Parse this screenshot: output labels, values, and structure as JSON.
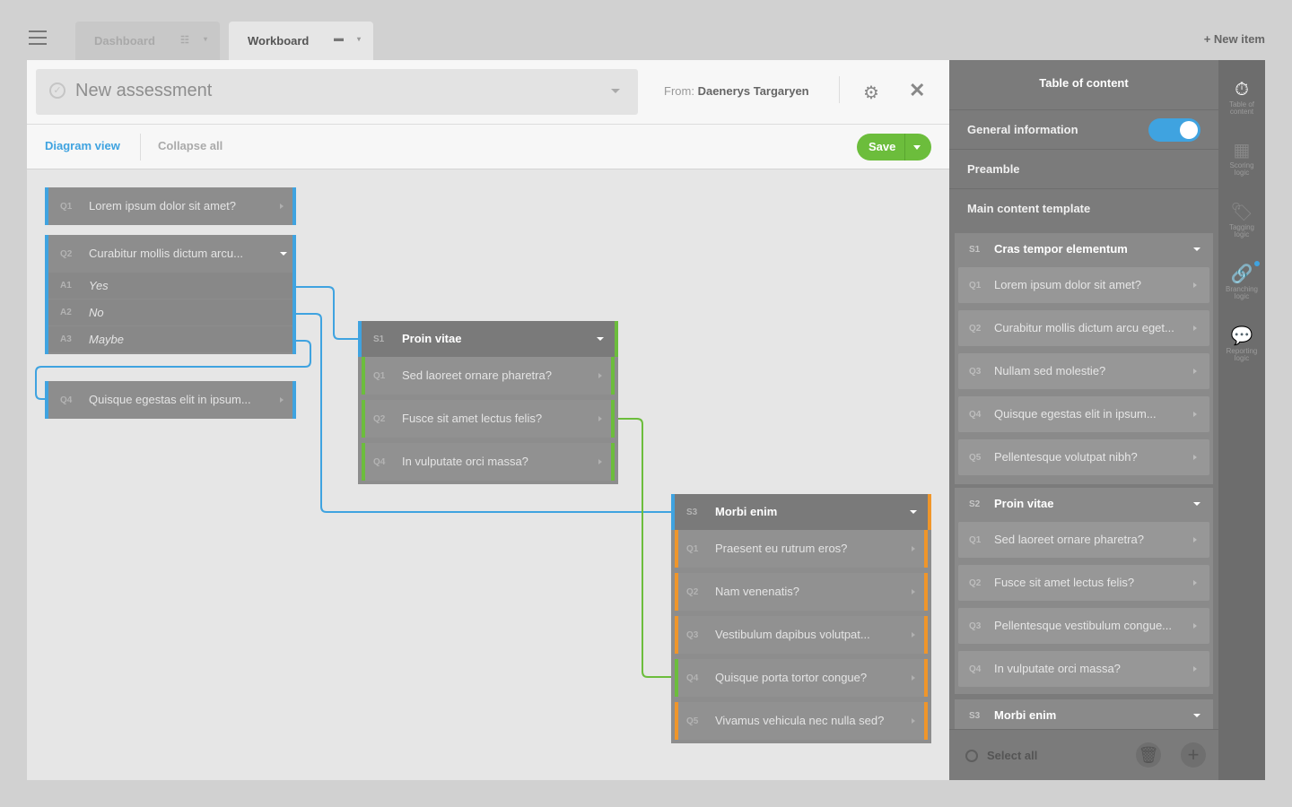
{
  "tabs": [
    {
      "label": "Dashboard",
      "icon": "grid-icon"
    },
    {
      "label": "Workboard",
      "icon": "folder-icon"
    }
  ],
  "new_item": "+ New item",
  "assessment": {
    "title": "New assessment",
    "from_label": "From:",
    "from_name": "Daenerys Targaryen"
  },
  "toolbar": {
    "diagram_view": "Diagram view",
    "collapse_all": "Collapse all",
    "save": "Save"
  },
  "canvas": {
    "free_questions": [
      {
        "code": "Q1",
        "text": "Lorem ipsum dolor sit amet?"
      },
      {
        "code": "Q2",
        "text": "Curabitur mollis dictum arcu...",
        "answers": [
          {
            "code": "A1",
            "text": "Yes"
          },
          {
            "code": "A2",
            "text": "No"
          },
          {
            "code": "A3",
            "text": "Maybe"
          }
        ]
      },
      {
        "code": "Q4",
        "text": "Quisque egestas elit in ipsum..."
      }
    ],
    "section_s1": {
      "code": "S1",
      "title": "Proin vitae",
      "questions": [
        {
          "code": "Q1",
          "text": "Sed laoreet ornare pharetra?"
        },
        {
          "code": "Q2",
          "text": "Fusce sit amet lectus felis?"
        },
        {
          "code": "Q4",
          "text": "In vulputate orci massa?"
        }
      ]
    },
    "section_s3": {
      "code": "S3",
      "title": "Morbi enim",
      "questions": [
        {
          "code": "Q1",
          "text": "Praesent eu rutrum eros?"
        },
        {
          "code": "Q2",
          "text": "Nam venenatis?"
        },
        {
          "code": "Q3",
          "text": "Vestibulum dapibus volutpat..."
        },
        {
          "code": "Q4",
          "text": "Quisque porta tortor congue?"
        },
        {
          "code": "Q5",
          "text": "Vivamus vehicula nec nulla sed?"
        }
      ]
    }
  },
  "toc": {
    "title": "Table of content",
    "general_information": "General information",
    "general_information_on": true,
    "preamble": "Preamble",
    "main_template": "Main content template",
    "sections": [
      {
        "code": "S1",
        "title": "Cras tempor elementum",
        "questions": [
          {
            "code": "Q1",
            "text": "Lorem ipsum dolor sit amet?"
          },
          {
            "code": "Q2",
            "text": "Curabitur mollis dictum arcu eget..."
          },
          {
            "code": "Q3",
            "text": "Nullam sed molestie?"
          },
          {
            "code": "Q4",
            "text": "Quisque egestas elit in ipsum..."
          },
          {
            "code": "Q5",
            "text": "Pellentesque volutpat nibh?"
          }
        ]
      },
      {
        "code": "S2",
        "title": "Proin vitae",
        "questions": [
          {
            "code": "Q1",
            "text": "Sed laoreet ornare pharetra?"
          },
          {
            "code": "Q2",
            "text": "Fusce sit amet lectus felis?"
          },
          {
            "code": "Q3",
            "text": "Pellentesque vestibulum congue..."
          },
          {
            "code": "Q4",
            "text": "In vulputate orci massa?"
          }
        ]
      },
      {
        "code": "S3",
        "title": "Morbi enim",
        "questions": []
      }
    ],
    "select_all": "Select all"
  },
  "rail": [
    {
      "label1": "Table of",
      "label2": "content",
      "icon": "stopwatch-icon"
    },
    {
      "label1": "Scoring",
      "label2": "logic",
      "icon": "calculator-icon"
    },
    {
      "label1": "Tagging",
      "label2": "logic",
      "icon": "tag-icon"
    },
    {
      "label1": "Branching",
      "label2": "logic",
      "icon": "link-icon"
    },
    {
      "label1": "Reporting",
      "label2": "logic",
      "icon": "speech-bubble-icon"
    }
  ],
  "colors": {
    "accent_blue": "#3fa3e0",
    "section_green": "#6cbd3c",
    "section_orange": "#f0962a",
    "save_green": "#6cbd3c"
  }
}
